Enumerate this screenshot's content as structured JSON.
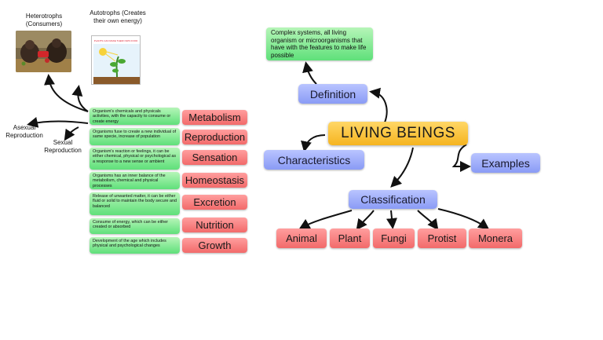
{
  "central_topic": "LIVING BEINGS",
  "definition": {
    "label": "Definition",
    "text": "Complex systems, all living organism or microorganisms that have with the features to make life possible"
  },
  "characteristics": {
    "label": "Characteristics"
  },
  "examples": {
    "label": "Examples"
  },
  "classification": {
    "label": "Classification",
    "kingdoms": [
      "Animal",
      "Plant",
      "Fungi",
      "Protist",
      "Monera"
    ]
  },
  "traits": [
    {
      "name": "Metabolism",
      "description": "Organism's chemicals and physicals activities, with the capacity to consume or create energy"
    },
    {
      "name": "Reproduction",
      "description": "Organisms fuse to create a new individual of same specie, increase of population"
    },
    {
      "name": "Sensation",
      "description": "Organism's reaction or feelings, it can be either chemical, physical or psychological as a response to a new sense or ambient"
    },
    {
      "name": "Homeostasis",
      "description": "Organisms has an inner balance of the metabolism, chemical and physical processes"
    },
    {
      "name": "Excretion",
      "description": "Release of unwanted matter, it can be either fluid or solid to maintain the body secure and balanced"
    },
    {
      "name": "Nutrition",
      "description": "Consume of energy, which can be either created or absorbed"
    },
    {
      "name": "Growth",
      "description": "Development of the age which includes physical and psychological changes"
    }
  ],
  "metabolism_types": {
    "heterotrophs": "Heterotrophs (Consumers)",
    "autotrophs": "Autotrophs (Creates their own energy)",
    "autotrophs_image_caption": "PLANTS CAN MAKE THEIR OWN FOOD"
  },
  "reproduction_types": {
    "asexual": "Asexual Reproduction",
    "sexual": "Sexual Reproduction"
  },
  "colors": {
    "topic": "#f5b420",
    "branch": "#8a9bf5",
    "trait": "#f26a6a",
    "description": "#5fe07a"
  }
}
